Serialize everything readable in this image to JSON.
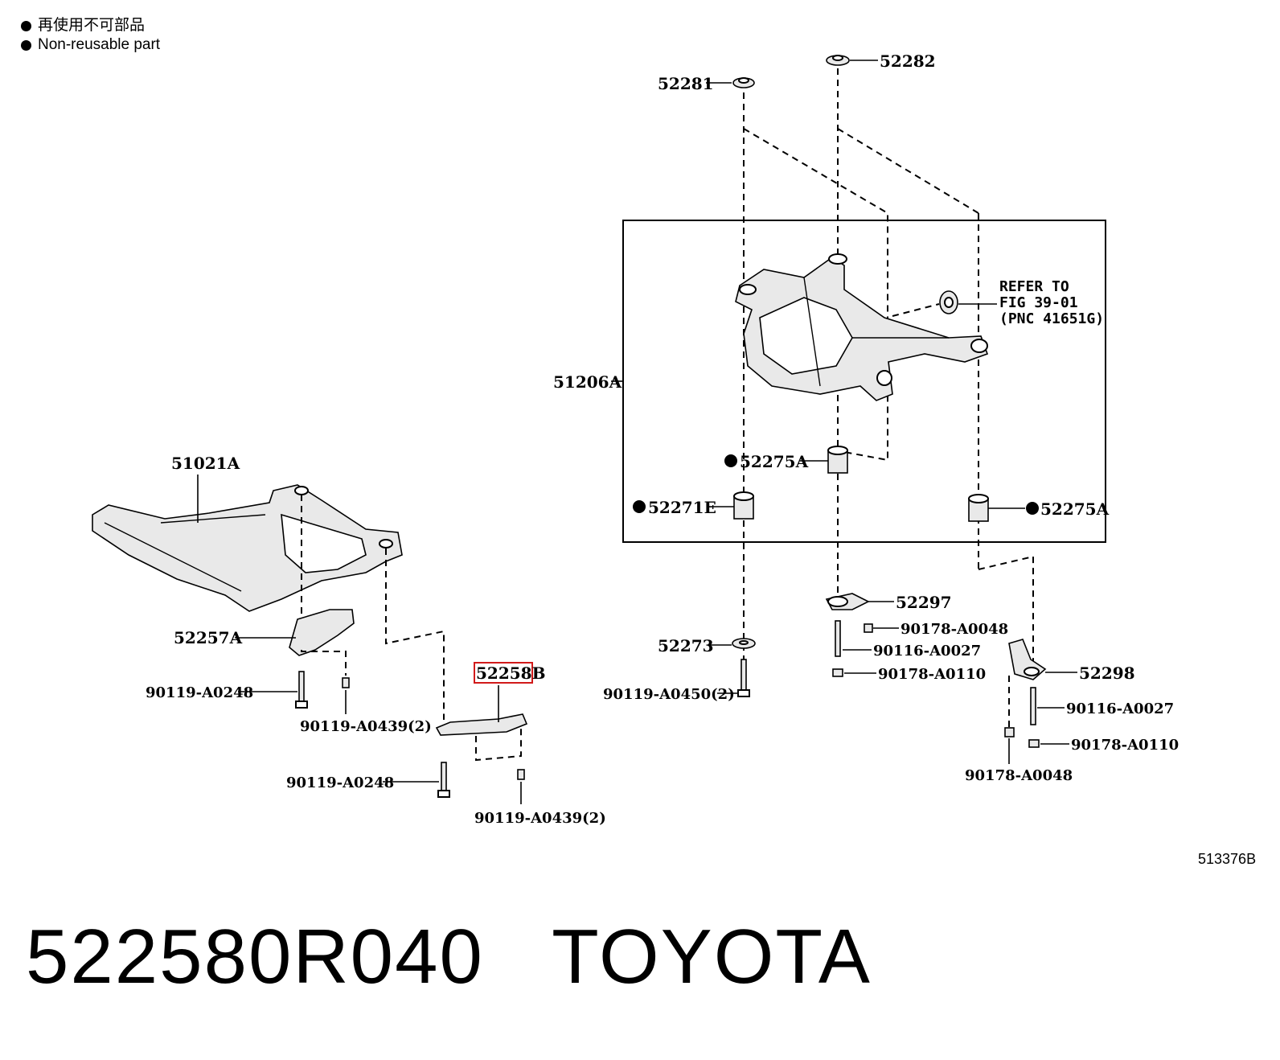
{
  "legend": {
    "chinese": "再使用不可部品",
    "english": "Non-reusable part"
  },
  "labels": {
    "p52281": "52281",
    "p52282": "52282",
    "p51206A": "51206A",
    "refer": [
      "REFER TO",
      "FIG 39-01",
      "(PNC 41651G)"
    ],
    "p52275A_mid": "52275A",
    "p52271E": "52271E",
    "p52275A_right": "52275A",
    "p51021A": "51021A",
    "p52257A": "52257A",
    "p90119_A0248_a": "90119-A0248",
    "p90119_A0439_a": "90119-A0439(2)",
    "p52258B": "52258B",
    "p90119_A0248_b": "90119-A0248",
    "p90119_A0439_b": "90119-A0439(2)",
    "p52273": "52273",
    "p90119_A0450": "90119-A0450(2)",
    "p52297": "52297",
    "p90178_A0048_a": "90178-A0048",
    "p90116_A0027_a": "90116-A0027",
    "p90178_A0110_a": "90178-A0110",
    "p52298": "52298",
    "p90116_A0027_b": "90116-A0027",
    "p90178_A0110_b": "90178-A0110",
    "p90178_A0048_b": "90178-A0048"
  },
  "ref_code": "513376B",
  "footer": {
    "part_number": "522580R040",
    "brand": "TOYOTA"
  },
  "highlight_color": "#d11a1a"
}
